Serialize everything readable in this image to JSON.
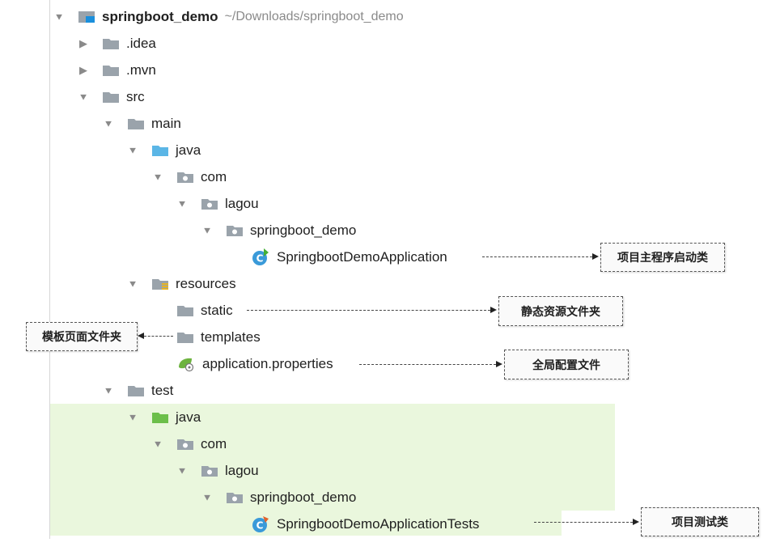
{
  "project": {
    "name": "springboot_demo",
    "path": "~/Downloads/springboot_demo"
  },
  "tree": {
    "idea": ".idea",
    "mvn": ".mvn",
    "src": "src",
    "main": "main",
    "main_java": "java",
    "main_com": "com",
    "main_lagou": "lagou",
    "main_pkg": "springboot_demo",
    "main_class": "SpringbootDemoApplication",
    "resources": "resources",
    "static": "static",
    "templates": "templates",
    "app_props": "application.properties",
    "test": "test",
    "test_java": "java",
    "test_com": "com",
    "test_lagou": "lagou",
    "test_pkg": "springboot_demo",
    "test_class": "SpringbootDemoApplicationTests"
  },
  "annotations": {
    "main_class": "项目主程序启动类",
    "static": "静态资源文件夹",
    "templates": "模板页面文件夹",
    "app_props": "全局配置文件",
    "test_class": "项目测试类"
  },
  "colors": {
    "folder_gray": "#9aa3ab",
    "source_root_blue": "#5bb6e6",
    "test_root_green": "#6cbf4a",
    "test_highlight": "#eaf7dd",
    "spring_green": "#6db33f"
  },
  "icons": {
    "expand": "triangle-down",
    "collapse": "triangle-right",
    "folder": "folder-icon",
    "package": "package-icon",
    "class": "spring-class-icon",
    "properties": "spring-properties-icon"
  }
}
